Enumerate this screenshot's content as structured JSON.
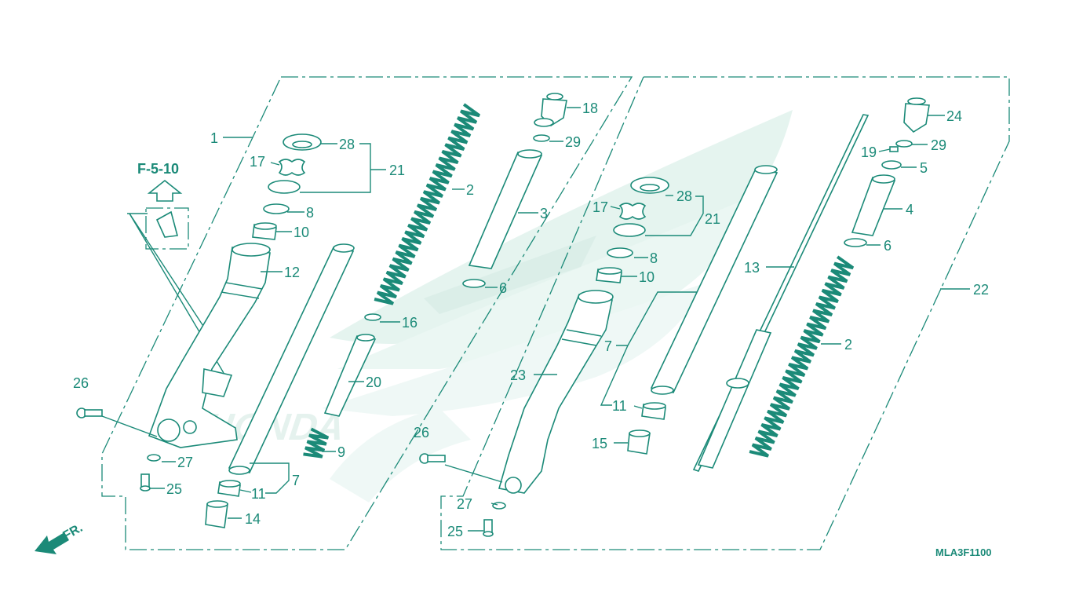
{
  "diagram": {
    "reference": "F-5-10",
    "direction_label": "FR.",
    "code": "MLA3F1100",
    "colors": {
      "accent": "#1b8a78",
      "watermark": "#d9efe9",
      "background": "#ffffff"
    },
    "callouts": [
      {
        "id": "c1",
        "text": "1"
      },
      {
        "id": "c28a",
        "text": "28"
      },
      {
        "id": "c17a",
        "text": "17"
      },
      {
        "id": "c21a",
        "text": "21"
      },
      {
        "id": "c8a",
        "text": "8"
      },
      {
        "id": "c10a",
        "text": "10"
      },
      {
        "id": "c12",
        "text": "12"
      },
      {
        "id": "c2a",
        "text": "2"
      },
      {
        "id": "c3",
        "text": "3"
      },
      {
        "id": "c18",
        "text": "18"
      },
      {
        "id": "c29a",
        "text": "29"
      },
      {
        "id": "c6a",
        "text": "6"
      },
      {
        "id": "c16",
        "text": "16"
      },
      {
        "id": "c20",
        "text": "20"
      },
      {
        "id": "c9",
        "text": "9"
      },
      {
        "id": "c7a",
        "text": "7"
      },
      {
        "id": "c11a",
        "text": "11"
      },
      {
        "id": "c14",
        "text": "14"
      },
      {
        "id": "c26a",
        "text": "26"
      },
      {
        "id": "c27a",
        "text": "27"
      },
      {
        "id": "c25a",
        "text": "25"
      },
      {
        "id": "c23",
        "text": "23"
      },
      {
        "id": "c26b",
        "text": "26"
      },
      {
        "id": "c27b",
        "text": "27"
      },
      {
        "id": "c25b",
        "text": "25"
      },
      {
        "id": "c28b",
        "text": "28"
      },
      {
        "id": "c17b",
        "text": "17"
      },
      {
        "id": "c21b",
        "text": "21"
      },
      {
        "id": "c8b",
        "text": "8"
      },
      {
        "id": "c10b",
        "text": "10"
      },
      {
        "id": "c7b",
        "text": "7"
      },
      {
        "id": "c11b",
        "text": "11"
      },
      {
        "id": "c15",
        "text": "15"
      },
      {
        "id": "c13",
        "text": "13"
      },
      {
        "id": "c24",
        "text": "24"
      },
      {
        "id": "c19",
        "text": "19"
      },
      {
        "id": "c29b",
        "text": "29"
      },
      {
        "id": "c5",
        "text": "5"
      },
      {
        "id": "c4",
        "text": "4"
      },
      {
        "id": "c6b",
        "text": "6"
      },
      {
        "id": "c22",
        "text": "22"
      },
      {
        "id": "c2b",
        "text": "2"
      }
    ]
  }
}
